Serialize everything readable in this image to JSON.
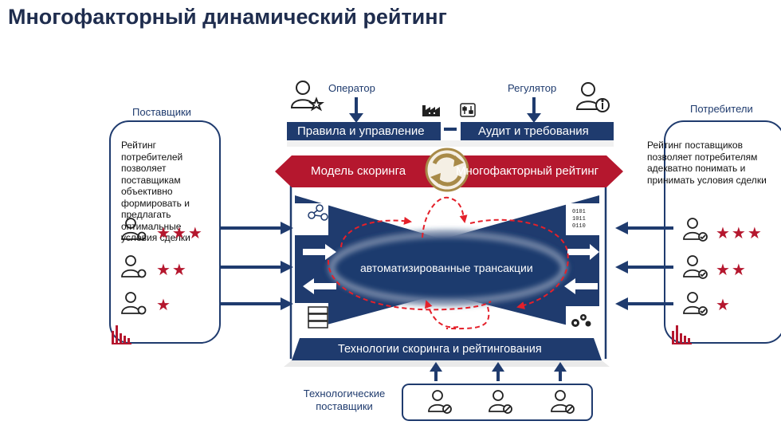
{
  "title": "Многофакторный динамический рейтинг",
  "roles": {
    "operator": "Оператор",
    "regulator": "Регулятор",
    "suppliers": "Поставщики",
    "consumers": "Потребители",
    "tech_suppliers": "Технологические поставщики"
  },
  "bars": {
    "rules": "Правила и управление",
    "audit": "Аудит и требования",
    "scoring_model": "Модель скоринга",
    "multifactor_rating": "Многофакторный рейтинг",
    "tech": "Технологии скоринга и рейтингования",
    "center": "автоматизированные трансакции"
  },
  "panels": {
    "suppliers_text": "Рейтинг потребителей позволяет поставщикам объективно формировать и предлагать оптимальные условия сделки",
    "consumers_text": "Рейтинг поставщиков позволяет потребителям адекватно понимать и принимать условия сделки"
  },
  "ratings": {
    "stars": [
      3,
      2,
      1
    ],
    "star_glyph": "★"
  },
  "binary_glyph": "0101\n1011\n0110",
  "colors": {
    "navy": "#1f3b6e",
    "red": "#b5172e",
    "arrow_red": "#e4202a",
    "gold": "#a88a48"
  },
  "icons": [
    "operator-icon",
    "regulator-icon",
    "factory-icon",
    "settings-sliders-icon",
    "network-icon",
    "binary-icon",
    "server-icon",
    "gears-icon",
    "user-gear-icon",
    "user-check-icon",
    "user-pen-icon",
    "bar-chart-icon",
    "cycle-icon"
  ]
}
